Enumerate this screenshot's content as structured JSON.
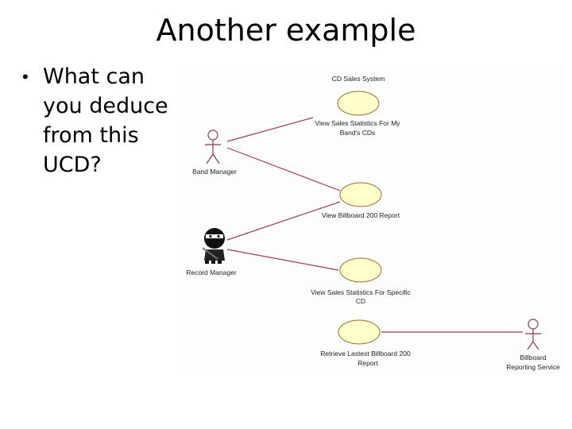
{
  "slide": {
    "title": "Another example",
    "bullet": "What can you deduce from this UCD?"
  },
  "diagram": {
    "system_name": "CD Sales System",
    "actors": [
      {
        "name": "Band Manager",
        "icon": "stick-figure-icon"
      },
      {
        "name": "Record Manager",
        "icon": "ninja-icon"
      },
      {
        "name_line1": "Billboard",
        "name_line2": "Reporting Service",
        "icon": "stick-figure-icon"
      }
    ],
    "use_cases": [
      {
        "line1": "View Sales Statistics For My",
        "line2": "Band's CDs"
      },
      {
        "line1": "View Billboard 200 Report",
        "line2": ""
      },
      {
        "line1": "View Sales Statistics For Specific",
        "line2": "CD"
      },
      {
        "line1": "Retrieve Lastest Billboard 200",
        "line2": "Report"
      }
    ],
    "colors": {
      "use_case_fill": "#ffffcc",
      "use_case_stroke": "#9a6a2e",
      "association_line": "#9c3c5c",
      "actor_stroke": "#8a3a50"
    }
  }
}
